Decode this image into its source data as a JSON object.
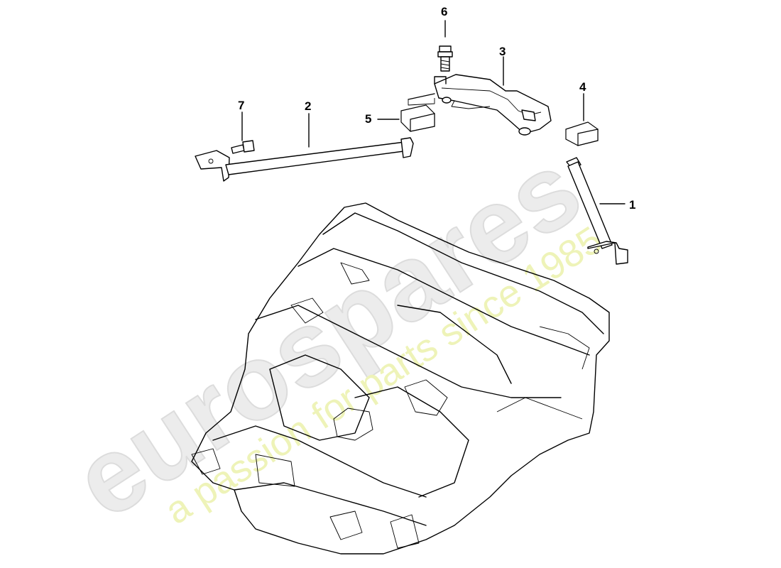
{
  "watermark": {
    "brand": "eurospares",
    "tagline": "a passion for parts since 1985"
  },
  "callouts": [
    {
      "id": "1",
      "label": "1"
    },
    {
      "id": "2",
      "label": "2"
    },
    {
      "id": "3",
      "label": "3"
    },
    {
      "id": "4",
      "label": "4"
    },
    {
      "id": "5",
      "label": "5"
    },
    {
      "id": "6",
      "label": "6"
    },
    {
      "id": "7",
      "label": "7"
    }
  ],
  "colors": {
    "line": "#000000",
    "watermark_grey": "#ececec",
    "watermark_yellow": "#eef3b8"
  }
}
